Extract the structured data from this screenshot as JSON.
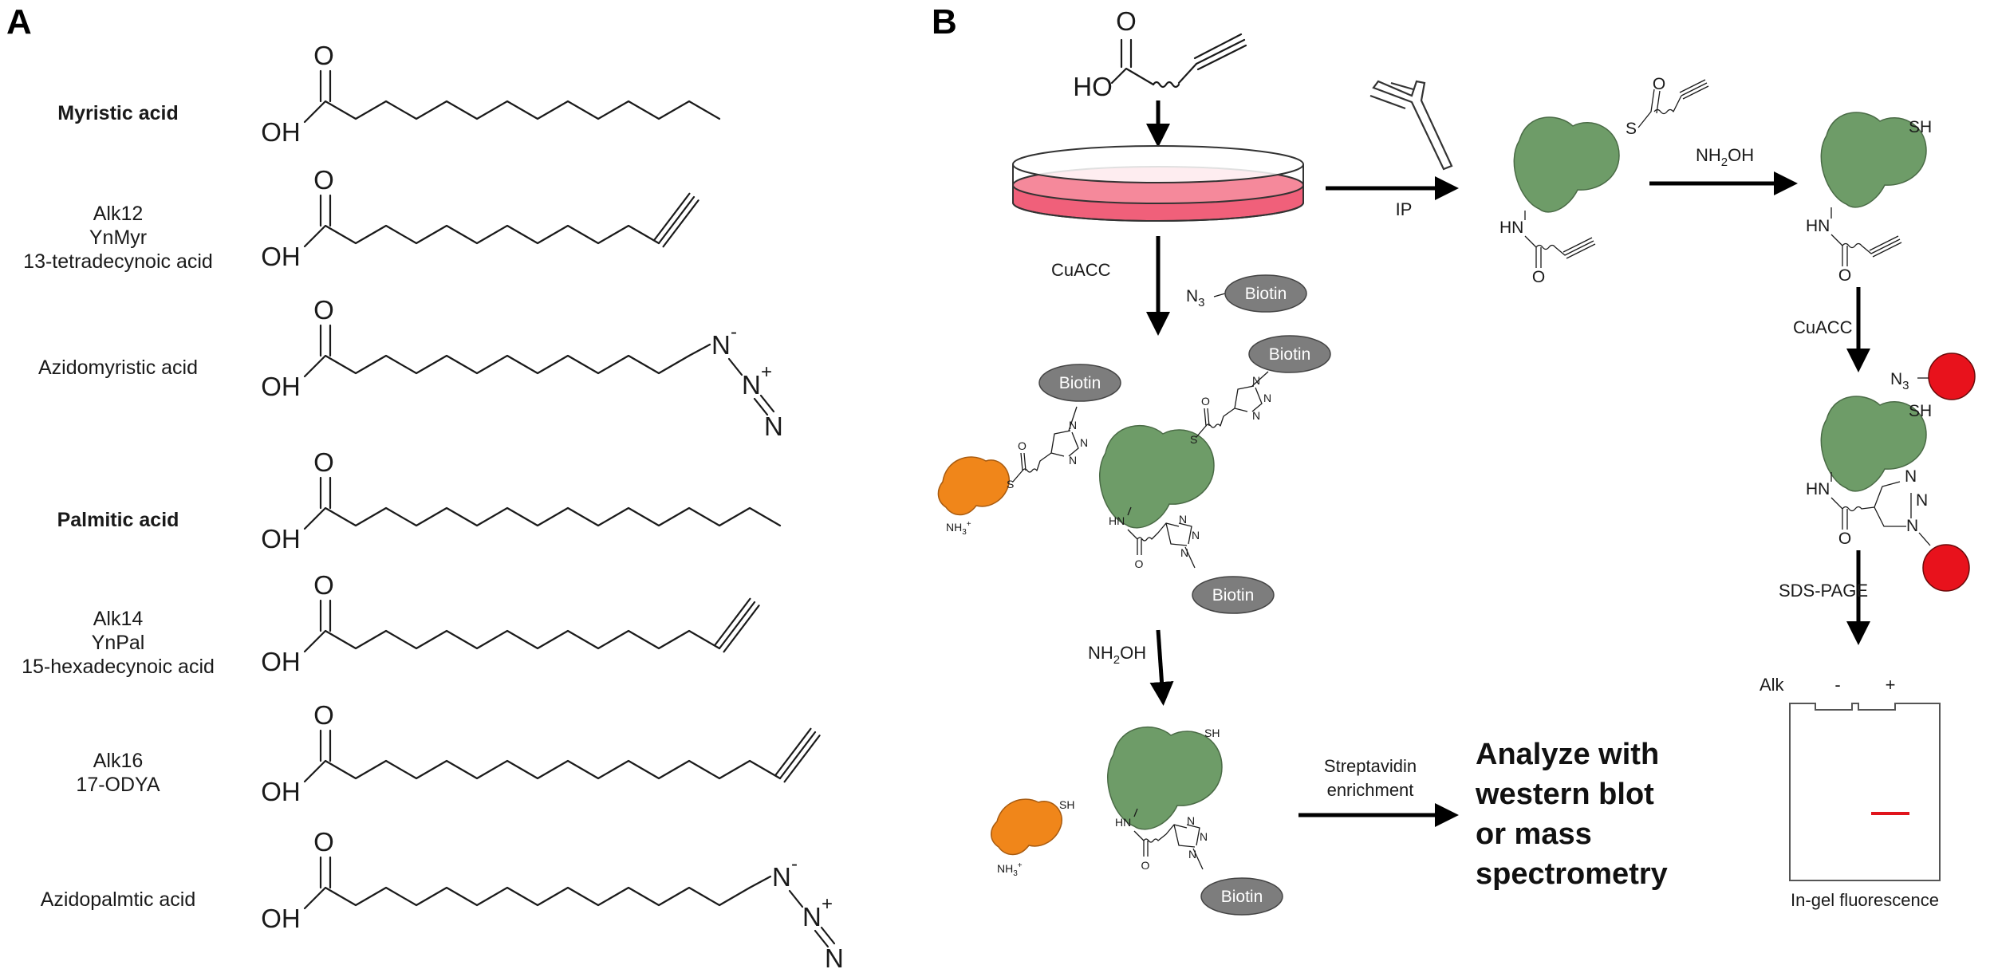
{
  "panels": {
    "a": "A",
    "b": "B"
  },
  "panel_a": {
    "acids": [
      {
        "id": "myristic",
        "lines": [
          "Myristic acid"
        ],
        "bold": true,
        "carbons": 14,
        "terminal": "methyl"
      },
      {
        "id": "alk12",
        "lines": [
          "Alk12",
          "YnMyr",
          "13-tetradecynoic acid"
        ],
        "bold": false,
        "carbons": 14,
        "terminal": "alkyne"
      },
      {
        "id": "azidomyristic",
        "lines": [
          "Azidomyristic acid"
        ],
        "bold": false,
        "carbons": 13,
        "terminal": "azide"
      },
      {
        "id": "palmitic",
        "lines": [
          "Palmitic acid"
        ],
        "bold": true,
        "carbons": 16,
        "terminal": "methyl"
      },
      {
        "id": "alk14",
        "lines": [
          "Alk14",
          "YnPal",
          "15-hexadecynoic acid"
        ],
        "bold": false,
        "carbons": 16,
        "terminal": "alkyne"
      },
      {
        "id": "alk16",
        "lines": [
          "Alk16",
          "17-ODYA"
        ],
        "bold": false,
        "carbons": 18,
        "terminal": "alkyne"
      },
      {
        "id": "azidopalmitic",
        "lines": [
          "Azidopalmtic acid"
        ],
        "bold": false,
        "carbons": 15,
        "terminal": "azide"
      }
    ],
    "atoms": {
      "oxygen": "O",
      "hydroxyl": "OH",
      "nitrogen": "N",
      "minus": "-",
      "plus": "+"
    }
  },
  "panel_b": {
    "steps": {
      "cuacc": "CuACC",
      "ip": "IP",
      "nh2oh": "NH",
      "nh2oh_sub": "2",
      "nh2oh_tail": "OH",
      "streptavidin_1": "Streptavidin",
      "streptavidin_2": "enrichment",
      "sds_page": "SDS-PAGE",
      "in_gel": "In-gel fluorescence"
    },
    "reagents": {
      "biotin": "Biotin",
      "n3": "N",
      "n3_sub": "3"
    },
    "atoms": {
      "ho": "HO",
      "o": "O",
      "s": "S",
      "sh": "SH",
      "hn": "HN",
      "n": "N",
      "nh3": "NH",
      "nh3_sub": "3",
      "nh3_sup": "+"
    },
    "analyze_lines": [
      "Analyze with",
      "western blot",
      "or mass",
      "spectrometry"
    ],
    "gel": {
      "alk_label": "Alk",
      "lane_minus": "-",
      "lane_plus": "+"
    },
    "colors": {
      "protein_green": "#6e9c68",
      "protein_orange": "#f0861a",
      "biotin_gray": "#7d7d7d",
      "dish_media": "#f0607a",
      "fluor_red": "#e8121c",
      "band_red": "#e0141c"
    }
  }
}
